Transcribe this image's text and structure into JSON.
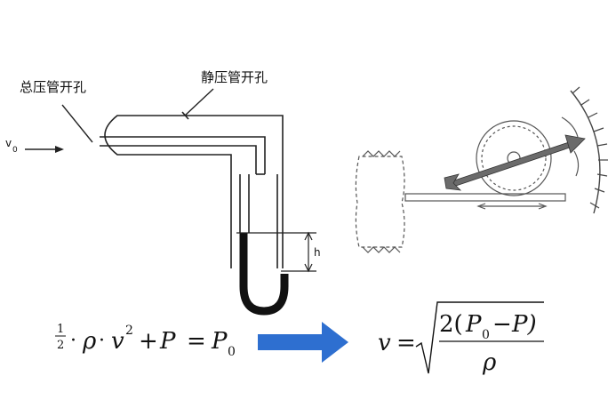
{
  "pitot": {
    "total_pressure_hole_label": "总压管开孔",
    "static_pressure_hole_label": "静压管开孔",
    "inflow_label": "v",
    "inflow_subscript": "0",
    "height_label": "h"
  },
  "equation_left": {
    "half_num": "1",
    "half_den": "2",
    "dot": "·",
    "rho": "ρ",
    "v": "v",
    "sq": "2",
    "plus": "+",
    "P": "P",
    "eq": "=",
    "P0": "P",
    "P0_sub": "0"
  },
  "equation_right": {
    "v": "v",
    "eq": "=",
    "num_two": "2(",
    "num_P0": "P",
    "num_P0_sub": "0",
    "num_minus": "−",
    "num_P": "P)",
    "den_rho": "ρ"
  },
  "colors": {
    "arrow_blue": "#2e6fd0",
    "liquid": "#111111",
    "line": "#222222",
    "pointer_gray": "#6b6b6b"
  }
}
